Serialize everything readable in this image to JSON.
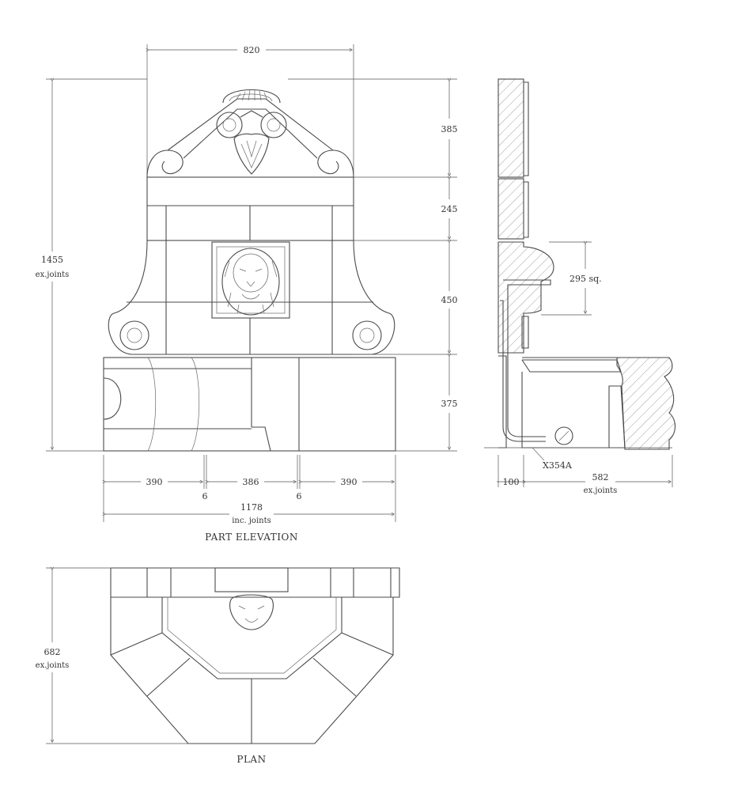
{
  "elevation": {
    "caption": "PART ELEVATION",
    "dim_top_width": "820",
    "dim_h_385": "385",
    "dim_h_245": "245",
    "dim_h_450": "450",
    "dim_h_375": "375",
    "dim_total_h": "1455",
    "dim_total_h_note": "ex.joints",
    "dim_w_390_left": "390",
    "dim_w_386": "386",
    "dim_w_390_right": "390",
    "dim_joint_left": "6",
    "dim_joint_right": "6",
    "dim_total_w": "1178",
    "dim_total_w_note": "inc. joints"
  },
  "section": {
    "dim_mask": "295 sq.",
    "part_ref": "X354A",
    "dim_wall": "100",
    "dim_depth": "582",
    "dim_depth_note": "ex.joints"
  },
  "plan": {
    "caption": "PLAN",
    "dim_depth": "682",
    "dim_depth_note": "ex.joints"
  }
}
